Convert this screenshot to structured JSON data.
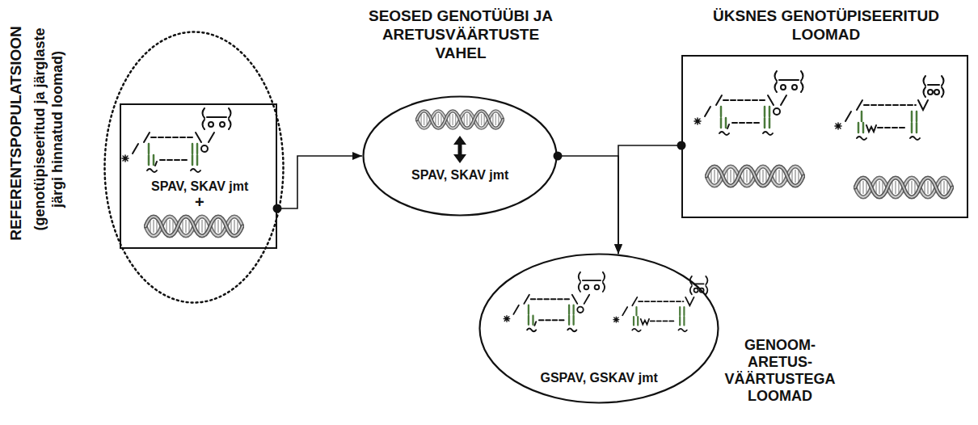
{
  "diagram": {
    "nodes": [
      {
        "text": [
          "REFERENTSPOPULATSIOON",
          "(genotüpiseeritud ja järglaste järgi hinnatud loomad)"
        ]
      },
      {
        "text": [
          "SPAV, SKAV jmt",
          "+"
        ],
        "in": 0
      },
      {
        "text": [
          "SEOSED GENOTÜÜBI JA ARETUSVÄÄRTUSTE VAHEL",
          "SPAV, SKAV jmt"
        ]
      },
      {
        "text": [
          "ÜKSNES GENOTÜPISEERITUD LOOMAD"
        ]
      },
      {
        "text": [
          "GSPAV, GSKAV jmt",
          "GENOOM- ARETUS- VÄÄRTUSTEGA LOOMAD"
        ]
      }
    ],
    "edges": [
      {
        "from": 1,
        "to": 2,
        "arrow": "to"
      },
      {
        "from": 2,
        "to": 4,
        "arrow": "to"
      },
      {
        "from": 3,
        "to": 4,
        "arrow": "to"
      }
    ]
  }
}
